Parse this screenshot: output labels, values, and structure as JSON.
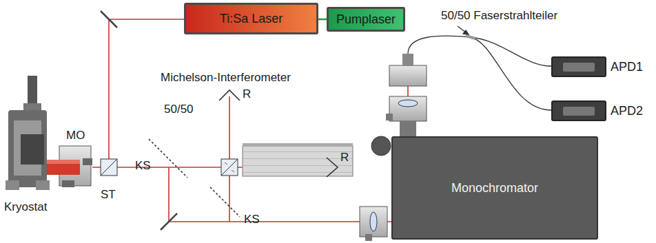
{
  "diagram": {
    "nodes": [
      {
        "text": [
          "Ti:Sa Laser"
        ]
      },
      {
        "text": [
          "Pumplaser"
        ]
      },
      {
        "text": [
          "APD1"
        ]
      },
      {
        "text": [
          "APD2"
        ]
      },
      {
        "text": [
          "Monochromator"
        ]
      }
    ],
    "edges": [
      {
        "from": 0,
        "to": 1,
        "arrow": "none"
      }
    ],
    "labels": [
      "50/50 Faserstrahlteiler",
      "Michelson-Interferometer",
      "R",
      "R",
      "50/50",
      "MO",
      "KS",
      "KS",
      "ST",
      "Kryostat"
    ]
  }
}
